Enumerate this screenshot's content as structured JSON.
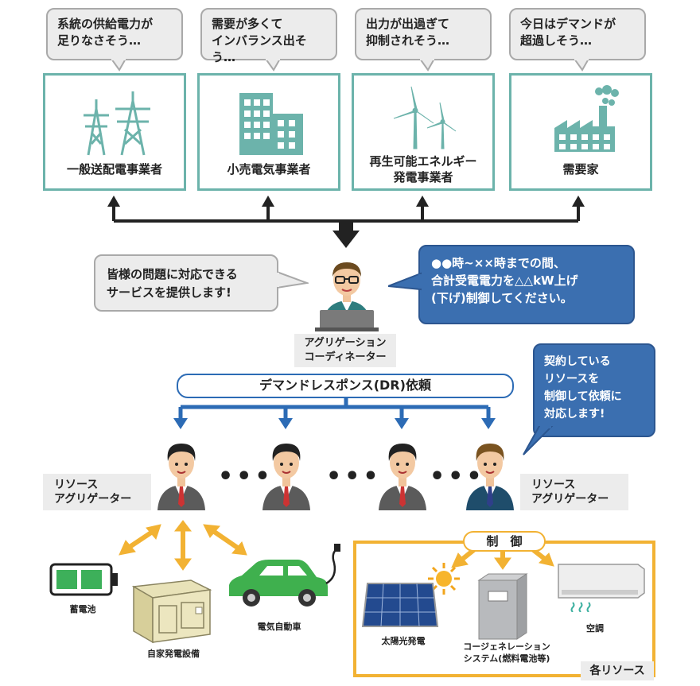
{
  "stakeholders": [
    {
      "speech": "系統の供給電力が\n足りなさそう…",
      "label": "一般送配電事業者",
      "icon": "power-tower-icon"
    },
    {
      "speech": "需要が多くて\nインバランス出そう…",
      "label": "小売電気事業者",
      "icon": "office-building-icon"
    },
    {
      "speech": "出力が出過ぎて\n抑制されそう…",
      "label": "再生可能エネルギー\n発電事業者",
      "icon": "wind-turbine-icon"
    },
    {
      "speech": "今日はデマンドが\n超過しそう…",
      "label": "需要家",
      "icon": "factory-icon"
    }
  ],
  "coordinator": {
    "speech_left": "皆様の問題に対応できる\nサービスを提供します!",
    "speech_right": "●●時~××時までの間、\n合計受電電力を△△kW上げ\n(下げ)制御してください。",
    "label": "アグリゲーション\nコーディネーター"
  },
  "dr_request": "デマンドレスポンス(DR)依頼",
  "aggregators": {
    "label_left": "リソース\nアグリゲーター",
    "label_right": "リソース\nアグリゲーター",
    "speech": "契約している\nリソースを\n制御して依頼に\n対応します!",
    "dots": "•••"
  },
  "left_resources": {
    "battery": "蓄電池",
    "generator": "自家発電設備",
    "ev": "電気自動車"
  },
  "control": {
    "label": "制　御",
    "solar": "太陽光発電",
    "cogeneration": "コージェネレーション\nシステム(燃料電池等)",
    "aircon": "空調",
    "resources_label": "各リソース"
  },
  "colors": {
    "teal": "#6cb3ab",
    "blue": "#2c6bb5",
    "orange": "#f2b233",
    "dark": "#222222"
  }
}
